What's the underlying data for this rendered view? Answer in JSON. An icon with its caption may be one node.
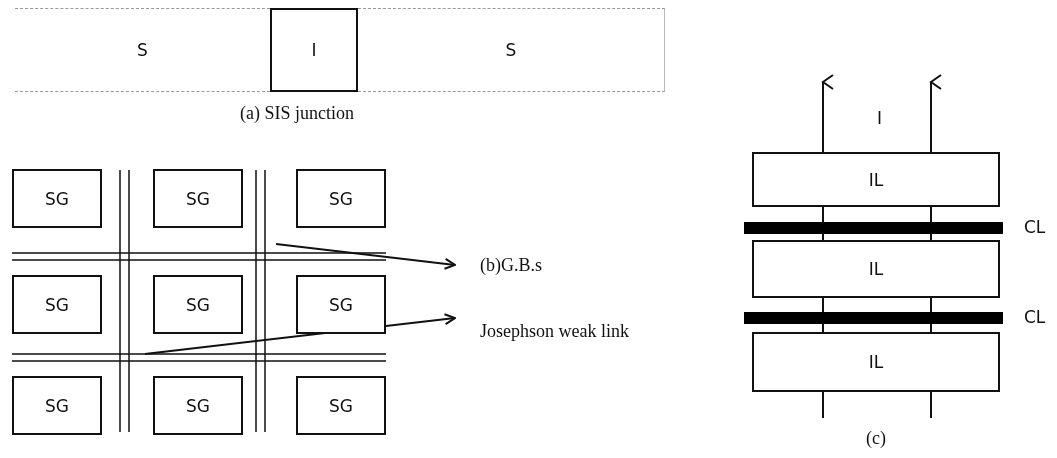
{
  "diagram": {
    "nodes": [
      {
        "text": [
          "S"
        ]
      },
      {
        "text": [
          "I"
        ]
      },
      {
        "text": [
          "S"
        ]
      },
      {
        "text": [
          "SG"
        ]
      },
      {
        "text": [
          "SG"
        ]
      },
      {
        "text": [
          "SG"
        ]
      },
      {
        "text": [
          "SG"
        ]
      },
      {
        "text": [
          "SG"
        ]
      },
      {
        "text": [
          "SG"
        ]
      },
      {
        "text": [
          "SG"
        ]
      },
      {
        "text": [
          "SG"
        ]
      },
      {
        "text": [
          "SG"
        ]
      },
      {
        "text": [
          "(b)G.B.s"
        ]
      },
      {
        "text": [
          "Josephson weak link"
        ]
      },
      {
        "text": [
          "IL"
        ]
      },
      {
        "text": [
          "CL"
        ]
      },
      {
        "text": [
          "IL"
        ]
      },
      {
        "text": [
          "CL"
        ]
      },
      {
        "text": [
          "IL"
        ]
      }
    ],
    "edges": [
      {
        "from": null,
        "to": 12,
        "arrow": "to"
      },
      {
        "from": null,
        "to": 13,
        "arrow": "to"
      }
    ],
    "labels": [
      "(a) SIS junction",
      "I",
      "(c)"
    ]
  }
}
